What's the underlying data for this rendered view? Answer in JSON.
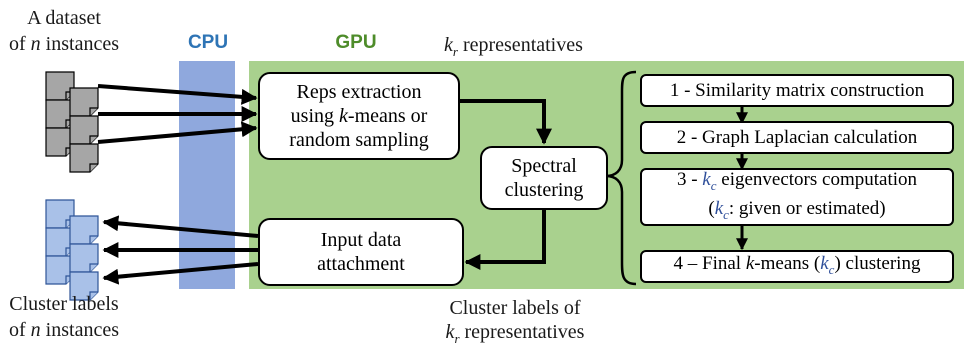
{
  "colors": {
    "cpu_band": "#8fa8dd",
    "gpu_band": "#a9d18e",
    "cpu_label": "#2e74b5",
    "gpu_label": "#4e8c2a",
    "input_doc": "#a6a6a6",
    "output_doc": "#a9c1e8"
  },
  "labels": {
    "dataset_line1": "A dataset",
    "dataset_line2_prefix": "of ",
    "dataset_line2_var": "n",
    "dataset_line2_suffix": " instances",
    "cpu": "CPU",
    "gpu": "GPU",
    "reps_var": "k",
    "reps_sub": "r",
    "reps_suffix": " representatives",
    "out_line1": "Cluster labels",
    "out_line2_prefix": "of ",
    "out_line2_var": "n",
    "out_line2_suffix": " instances",
    "bottom_line1": "Cluster labels of",
    "bottom_var": "k",
    "bottom_sub": "r",
    "bottom_suffix": " representatives"
  },
  "boxes": {
    "reps_line1": "Reps extraction",
    "reps_line2_prefix": "using ",
    "reps_line2_var": "k",
    "reps_line2_suffix": "-means or",
    "reps_line3": "random sampling",
    "spectral_line1": "Spectral",
    "spectral_line2": "clustering",
    "attach_line1": "Input data",
    "attach_line2": "attachment"
  },
  "steps": {
    "step1": "1 - Similarity matrix construction",
    "step2": "2 - Graph Laplacian calculation",
    "step3_prefix": "3 - ",
    "step3_var": "k",
    "step3_sub": "c",
    "step3_suffix": " eigenvectors computation",
    "step3b_open": "(",
    "step3b_var": "k",
    "step3b_sub": "c",
    "step3b_suffix": ": given or estimated)",
    "step4_prefix": "4 – Final ",
    "step4_var": "k",
    "step4_mid": "-means (",
    "step4_var2": "k",
    "step4_sub2": "c",
    "step4_suffix": ") clustering"
  }
}
